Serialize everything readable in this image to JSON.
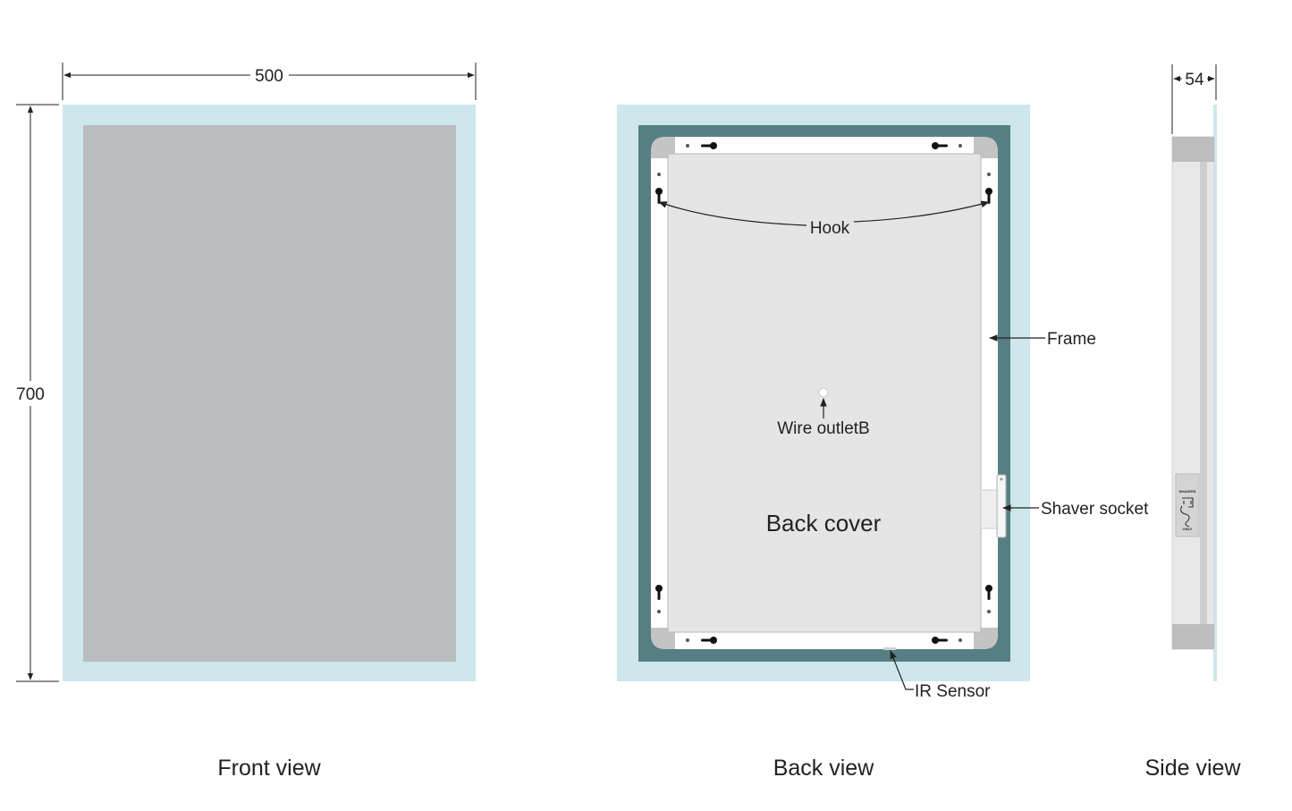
{
  "dimensions": {
    "width": "500",
    "height": "700",
    "depth": "54"
  },
  "callouts": {
    "hook": "Hook",
    "frame": "Frame",
    "wire_outlet": "Wire outletB",
    "back_cover": "Back cover",
    "shaver_socket": "Shaver socket",
    "ir_sensor": "IR Sensor"
  },
  "socket_marking": {
    "top": "SHAVERS",
    "bottom": "ONLY"
  },
  "captions": {
    "front": "Front view",
    "back": "Back view",
    "side": "Side view"
  },
  "colors": {
    "led_border": "#cde7ec",
    "mirror_glass": "#bbbcbe",
    "frame": "#567f84",
    "back_cover": "#e5e5e5",
    "bracket": "#c4c4c4",
    "line": "#222222"
  }
}
